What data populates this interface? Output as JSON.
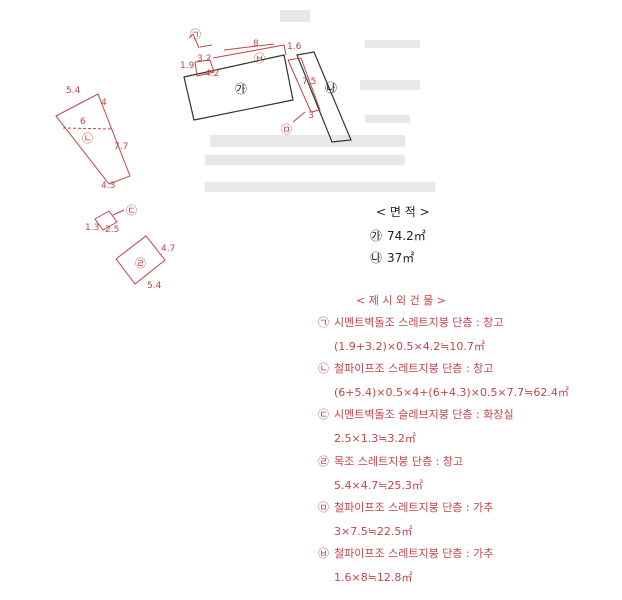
{
  "colors": {
    "line_black": "#333333",
    "line_red": "#c0464a",
    "text_black": "#222222",
    "text_red": "#c0464a",
    "faded": "#e4e4e4"
  },
  "plan": {
    "buildings": {
      "ga": {
        "marker": "㉮"
      },
      "na": {
        "marker": "㉯"
      }
    },
    "annexes": {
      "a": {
        "marker": "㉠",
        "dims": [
          "1.9",
          "3.2",
          "4.2"
        ]
      },
      "b": {
        "marker": "㉡",
        "dims": [
          "5.4",
          "4",
          "6",
          "7.7",
          "4.3"
        ]
      },
      "c": {
        "marker": "㉢",
        "dims": [
          "1.3",
          "2.5"
        ]
      },
      "d": {
        "marker": "㉣",
        "dims": [
          "4.7",
          "5.4"
        ]
      },
      "e": {
        "marker": "㉤",
        "dims": [
          "7.5",
          "3"
        ]
      },
      "f": {
        "marker": "㉥",
        "dims": [
          "8",
          "1.6"
        ]
      }
    }
  },
  "area": {
    "title": "< 면 적 >",
    "rows": [
      {
        "marker": "㉮",
        "value": "74.2㎡"
      },
      {
        "marker": "㉯",
        "value": "37㎡"
      }
    ]
  },
  "annex_list": {
    "title": "< 제 시 외 건 물 >",
    "items": [
      {
        "marker": "㉠",
        "desc": "시멘트벽돌조 스레트지붕 단층 : 창고",
        "calc": "(1.9+3.2)×0.5×4.2≒10.7㎡"
      },
      {
        "marker": "㉡",
        "desc": "철파이프조 스레트지붕 단층 : 창고",
        "calc": "(6+5.4)×0.5×4+(6+4.3)×0.5×7.7≒62.4㎡"
      },
      {
        "marker": "㉢",
        "desc": "시멘트벽돌조 슬레브지붕 단층 : 화장실",
        "calc": "2.5×1.3≒3.2㎡"
      },
      {
        "marker": "㉣",
        "desc": "목조 스레트지붕 단층 : 창고",
        "calc": "5.4×4.7≒25.3㎡"
      },
      {
        "marker": "㉤",
        "desc": "철파이프조 스레트지붕 단층 : 가추",
        "calc": "3×7.5≒22.5㎡"
      },
      {
        "marker": "㉥",
        "desc": "철파이프조 스레트지붕 단층 : 가추",
        "calc": "1.6×8≒12.8㎡"
      }
    ]
  }
}
